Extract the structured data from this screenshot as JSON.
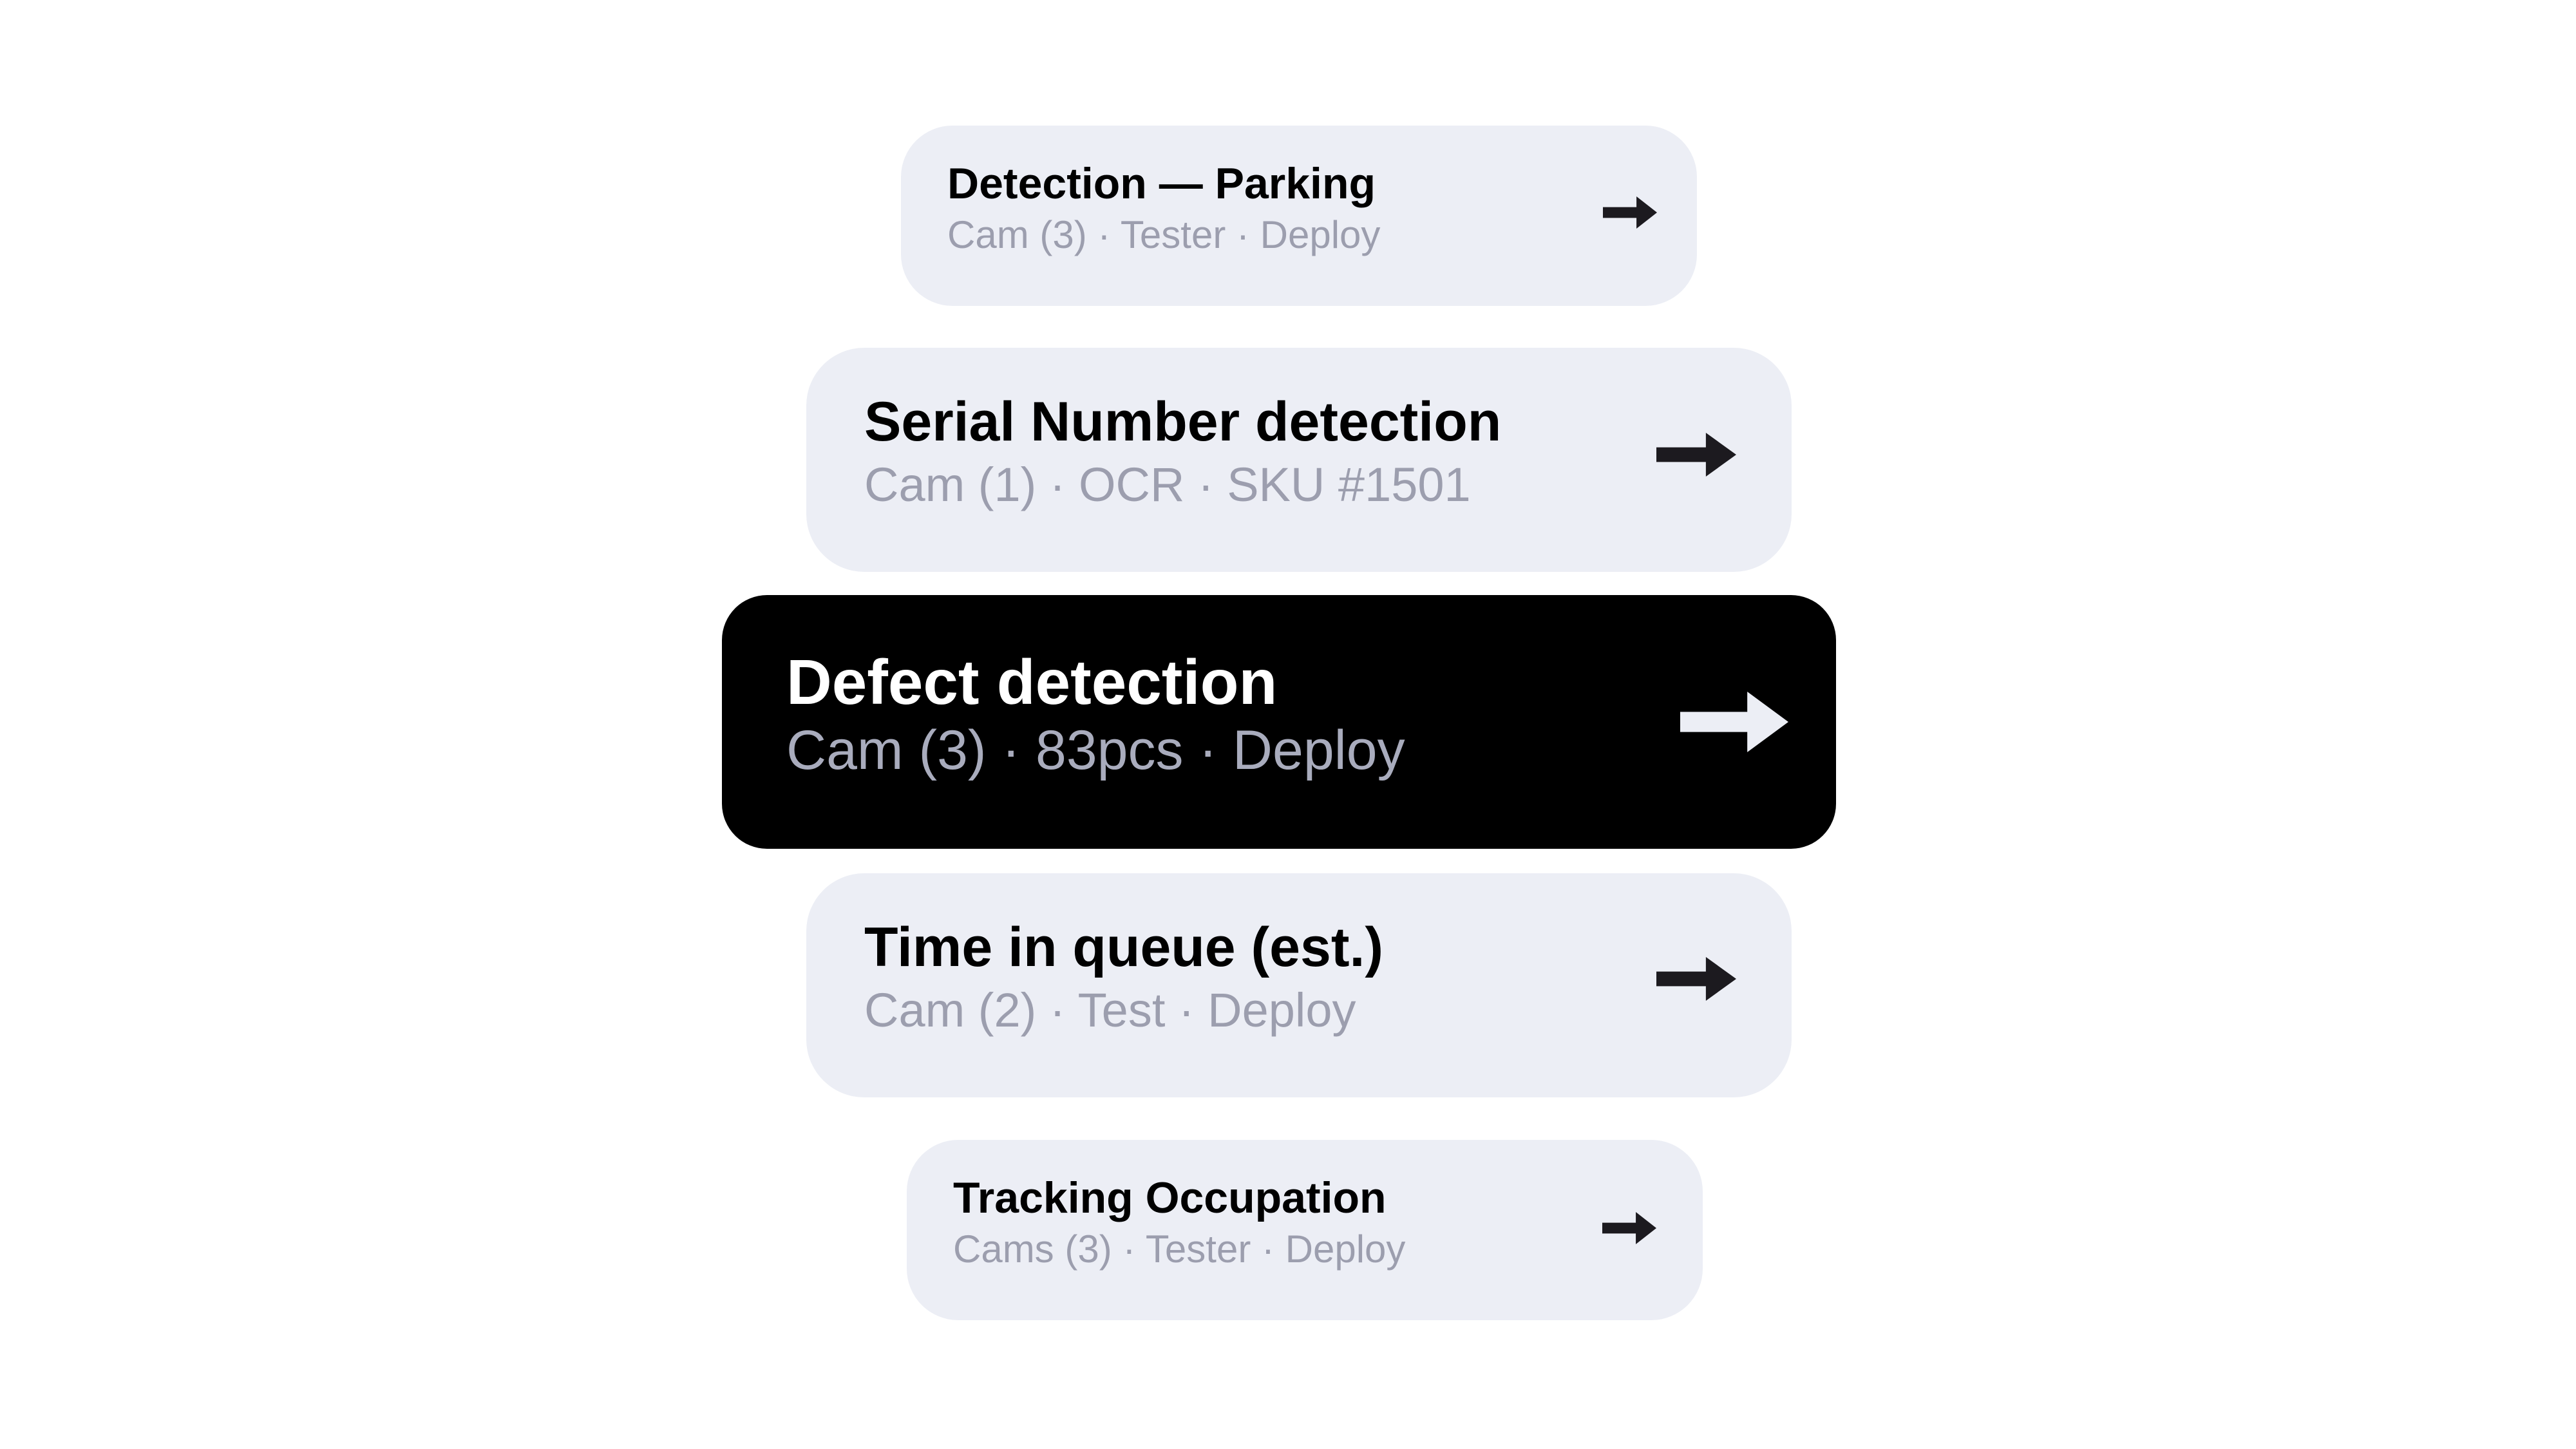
{
  "colors": {
    "card_background": "#eceef5",
    "active_card_background": "#000000",
    "title_text": "#000000",
    "active_title_text": "#ffffff",
    "subtitle_text": "#9c9eae",
    "arrow": "#1c1a1f",
    "active_arrow": "#eceef5"
  },
  "cards": [
    {
      "title": "Detection — Parking",
      "subtitle": "Cam (3) · Tester · Deploy",
      "icon": "arrow-right-icon",
      "active": false
    },
    {
      "title": "Serial Number detection",
      "subtitle": "Cam (1) · OCR · SKU #1501",
      "icon": "arrow-right-icon",
      "active": false
    },
    {
      "title": "Defect detection",
      "subtitle": "Cam (3) · 83pcs · Deploy",
      "icon": "arrow-right-icon",
      "active": true
    },
    {
      "title": "Time in queue (est.)",
      "subtitle": "Cam (2) · Test · Deploy",
      "icon": "arrow-right-icon",
      "active": false
    },
    {
      "title": "Tracking Occupation",
      "subtitle": "Cams (3) · Tester · Deploy",
      "icon": "arrow-right-icon",
      "active": false
    }
  ]
}
